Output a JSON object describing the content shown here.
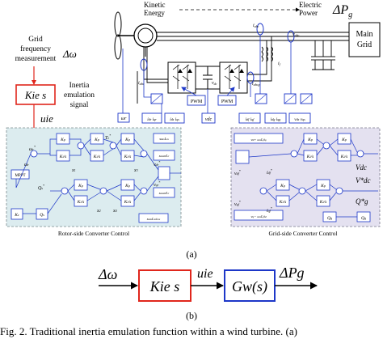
{
  "colors": {
    "red": "#e0261c",
    "blue": "#1d37c8",
    "rotor_panel": "#dcecef",
    "grid_panel": "#e4e1f0"
  },
  "top": {
    "kinetic_energy_line1": "Kinetic",
    "kinetic_energy_line2": "Energy",
    "electric_power_line1": "Electric",
    "electric_power_line2": "Power",
    "delta_p": "ΔP",
    "delta_p_sub": "g",
    "main_grid_line1": "Main",
    "main_grid_line2": "Grid"
  },
  "left": {
    "grid_freq_line1": "Grid",
    "grid_freq_line2": "frequency",
    "grid_freq_line3": "measurement",
    "delta_omega": "Δω",
    "kie_block": "Kie s",
    "inertia_line1": "Inertia",
    "inertia_line2": "emulation",
    "inertia_line3": "signal",
    "u_ie": "uie"
  },
  "panels": {
    "rotor_label": "Rotor-side Converter Control",
    "grid_label": "Grid-side Converter Control",
    "pwm1": "PWM",
    "pwm2": "PWM",
    "mppt": "MPPT",
    "kc_block": "Kc",
    "q_ref": "Q*s",
    "qs": "Qs",
    "qg_ref": "Q*g",
    "vdc_ref": "V*dc",
    "vdc": "Vdc",
    "omega_r": "ωr",
    "vdc_sensor": "vdc"
  },
  "part_a": "(a)",
  "part_b": "(b)",
  "block_b": {
    "input": "Δω",
    "k_block": "Kie s",
    "mid_signal": "uie",
    "g_block": "Gw(s)",
    "output": "ΔPg"
  },
  "caption": "Fig. 2.   Traditional inertia emulation function within a wind turbine. (a)"
}
